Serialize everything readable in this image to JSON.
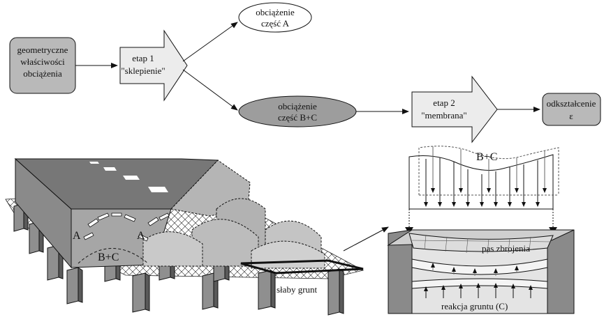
{
  "flow": {
    "input_box": {
      "line1": "geometryczne",
      "line2": "właściwości",
      "line3": "obciążenia"
    },
    "stage1": {
      "line1": "etap 1",
      "line2": "\"sklepienie\""
    },
    "load_a": {
      "line1": "obciążenie",
      "line2": "część A"
    },
    "load_bc": {
      "line1": "obciążenie",
      "line2": "część B+C"
    },
    "stage2": {
      "line1": "etap 2",
      "line2": "\"membrana\""
    },
    "output_box": {
      "line1": "odkształcenie",
      "line2": "ε"
    }
  },
  "embankment": {
    "label_a_left": "A",
    "label_a_right": "A",
    "label_bc": "B+C",
    "soft_soil": "słaby grunt"
  },
  "membrane": {
    "load_label": "B+C",
    "strip_label": "pas zbrojenia",
    "reaction_label": "reakcja gruntu (C)"
  },
  "colors": {
    "box_fill": "#b9b9b9",
    "ellipse_dark": "#9d9d9d",
    "road_surface": "#777777"
  }
}
